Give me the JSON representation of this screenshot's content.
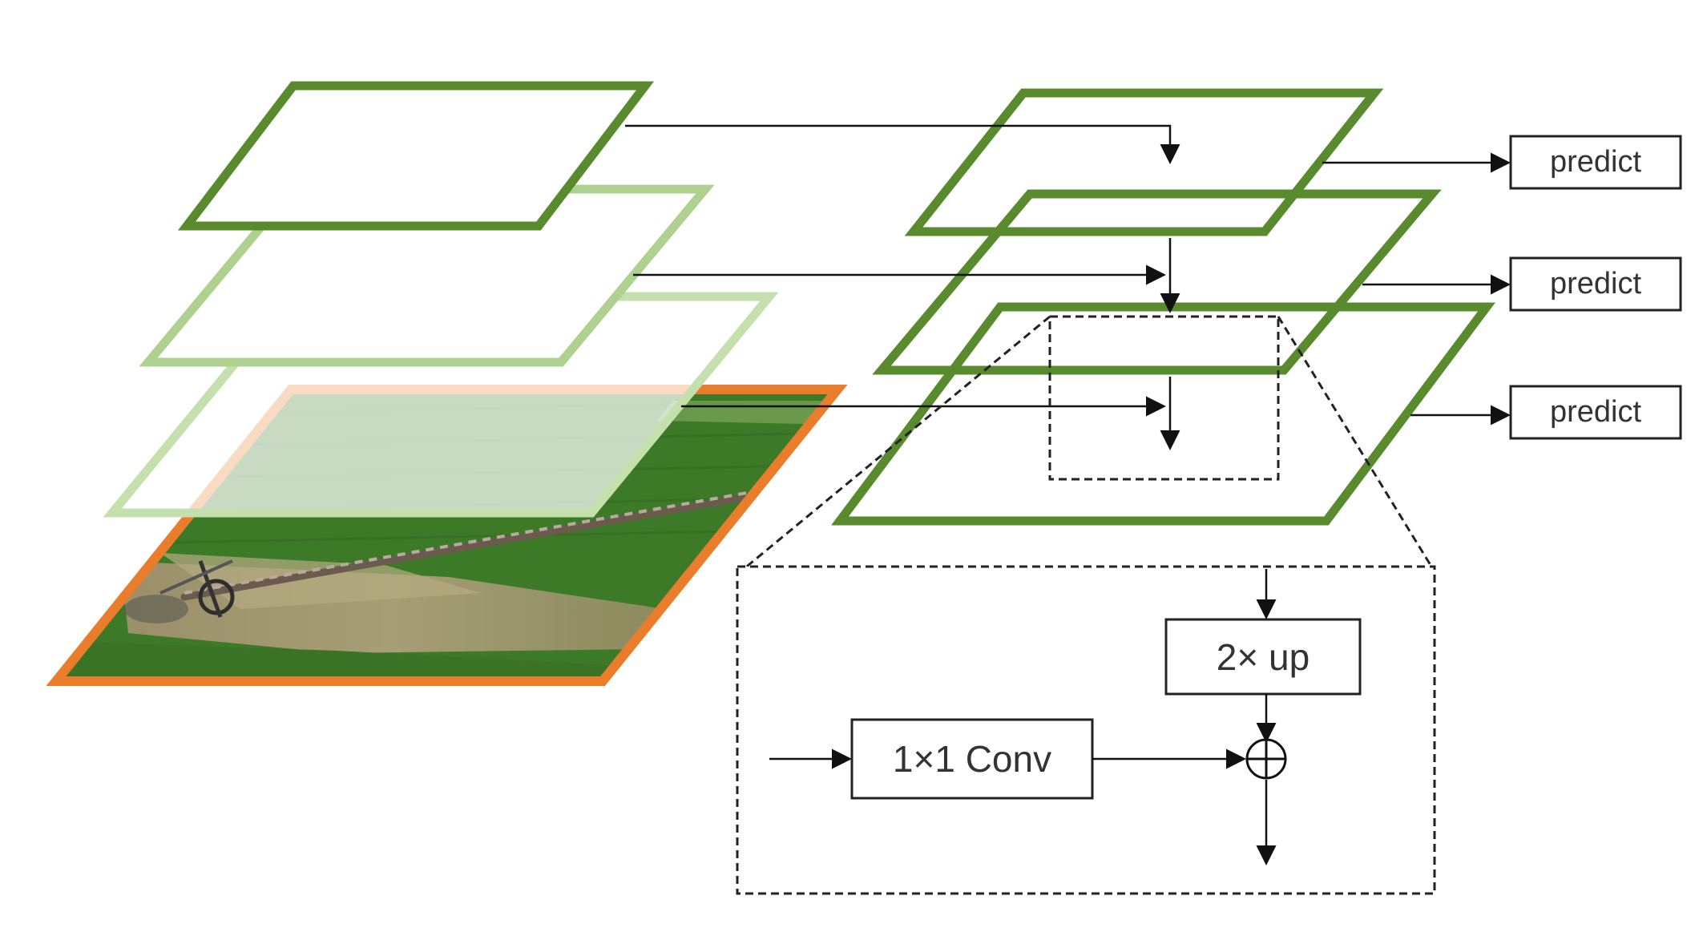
{
  "colors": {
    "dark_green": "#5a8a2e",
    "light_green": "#aed18f",
    "lighter_green": "#c4e0ad",
    "orange": "#ea7d2c",
    "field_green": "#3f7d2a",
    "arrow": "#111111"
  },
  "predict_labels": [
    "predict",
    "predict",
    "predict"
  ],
  "detail": {
    "up_label": "2× up",
    "conv_label": "1×1 Conv",
    "add_symbol": "⊕"
  },
  "image": {
    "description_icon": "field-photo-icon"
  }
}
